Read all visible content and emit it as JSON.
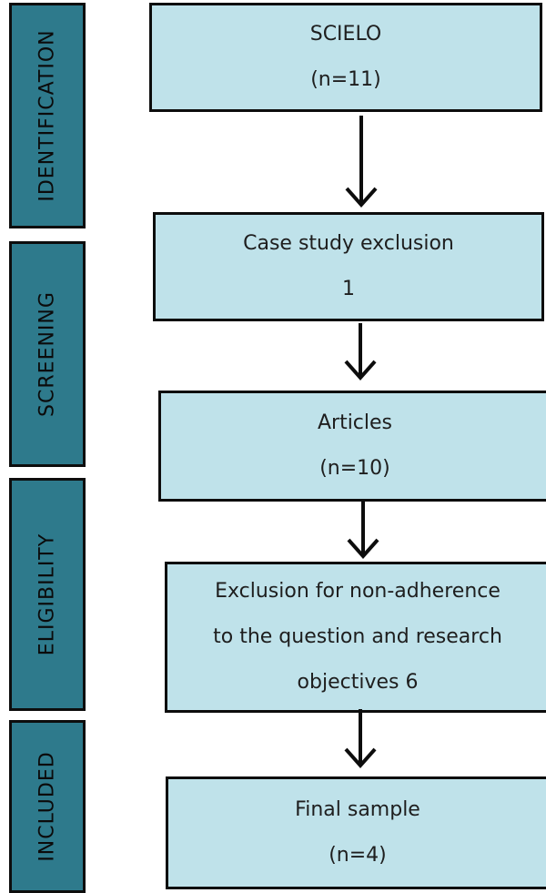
{
  "colors": {
    "phase_fill": "#2e7a8c",
    "box_fill": "#bfe2ea",
    "border": "#0d0d0d",
    "text": "#1e1e1e"
  },
  "phases": [
    {
      "label": "IDENTIFICATION"
    },
    {
      "label": "SCREENING"
    },
    {
      "label": "ELIGIBILITY"
    },
    {
      "label": "INCLUDED"
    }
  ],
  "boxes": [
    {
      "line1": "SCIELO",
      "line2": "(n=11)"
    },
    {
      "line1": "Case study exclusion",
      "line2": "1"
    },
    {
      "line1": "Articles",
      "line2": "(n=10)"
    },
    {
      "lines": [
        "Exclusion for non-adherence",
        "to the question and research",
        "objectives 6"
      ]
    },
    {
      "line1": "Final sample",
      "line2": "(n=4)"
    }
  ]
}
